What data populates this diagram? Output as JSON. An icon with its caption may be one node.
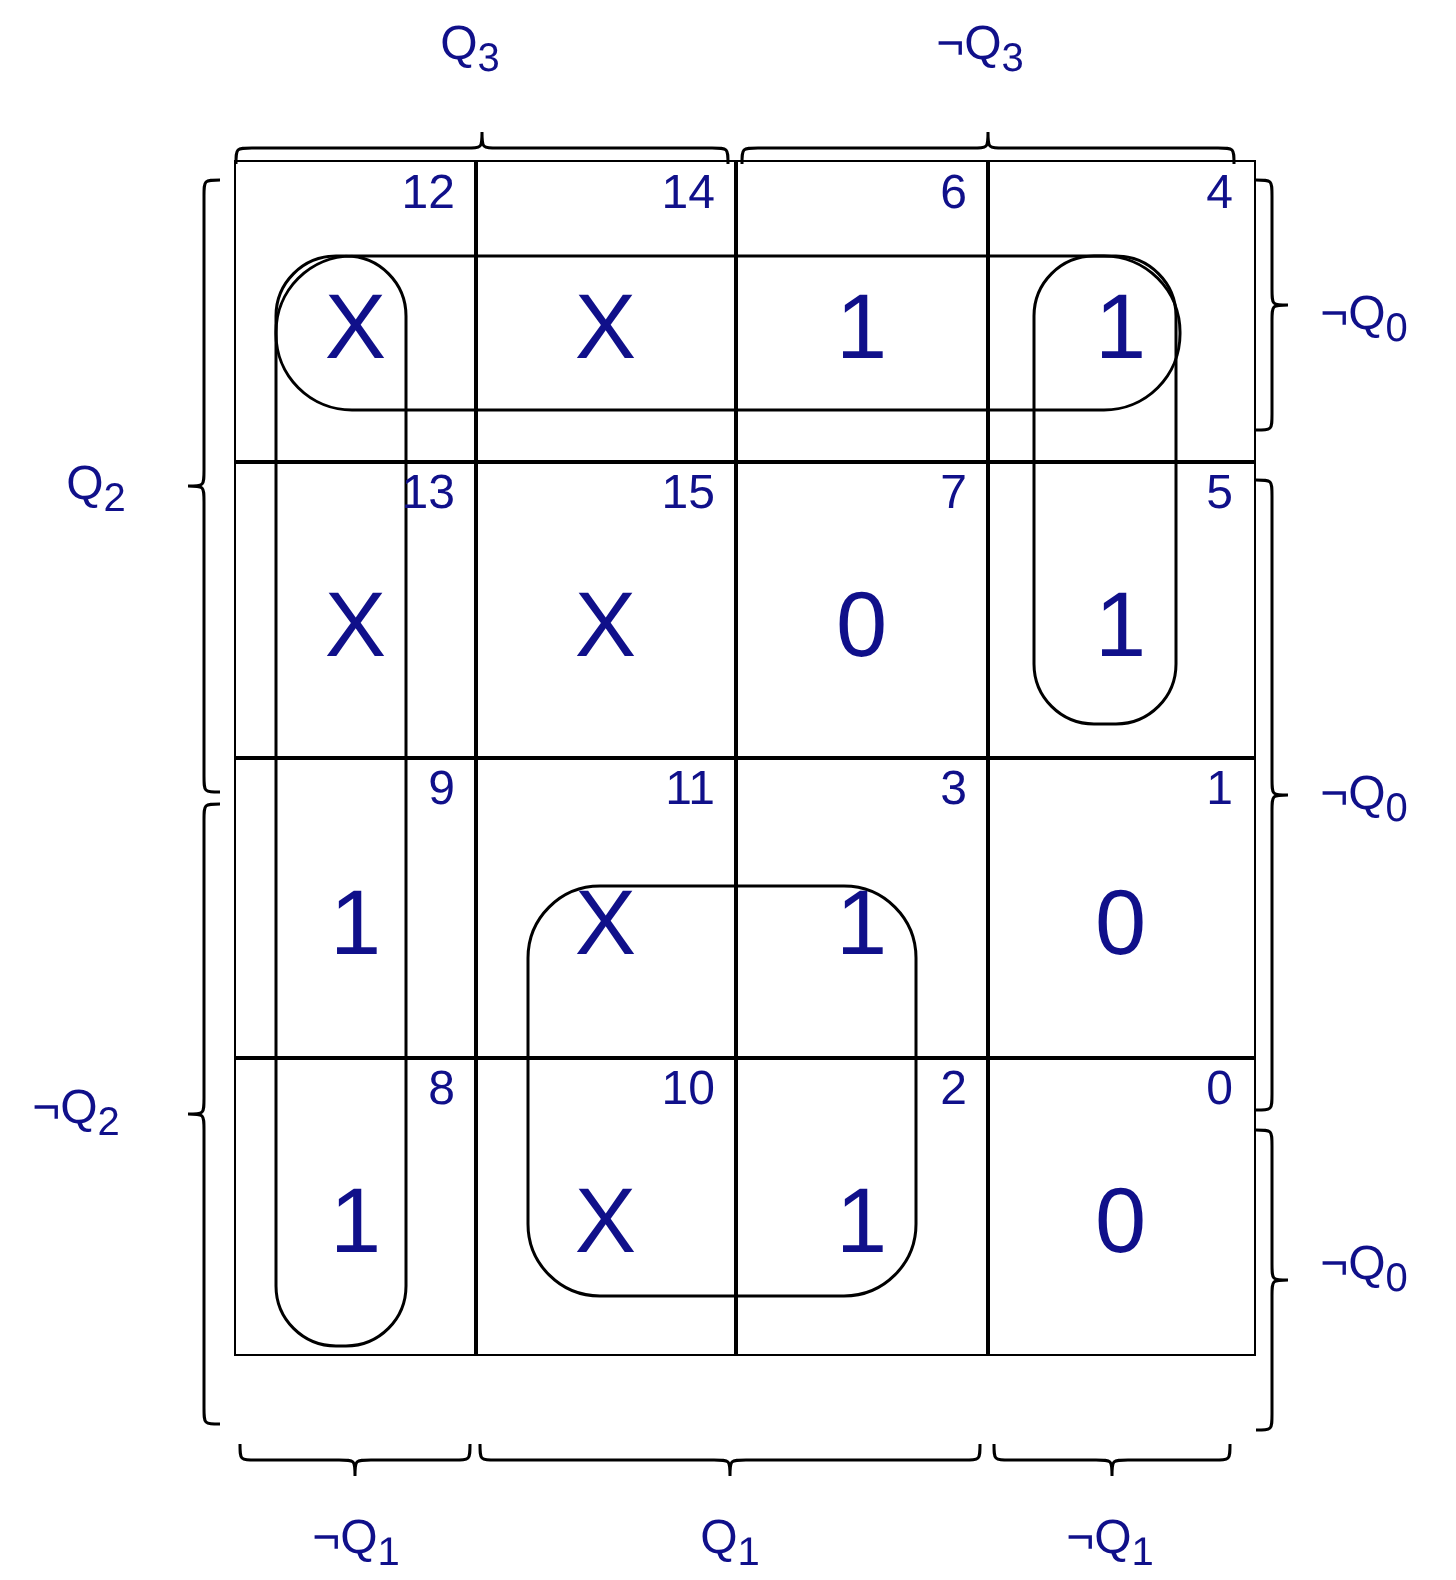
{
  "diagram": {
    "nodes": [
      {
        "text": [
          "12",
          "X"
        ]
      },
      {
        "text": [
          "14",
          "X"
        ]
      },
      {
        "text": [
          "6",
          "1"
        ]
      },
      {
        "text": [
          "4",
          "1"
        ]
      },
      {
        "text": [
          "13",
          "X"
        ]
      },
      {
        "text": [
          "15",
          "X"
        ]
      },
      {
        "text": [
          "7",
          "0"
        ]
      },
      {
        "text": [
          "5",
          "1"
        ]
      },
      {
        "text": [
          "9",
          "1"
        ]
      },
      {
        "text": [
          "11",
          "X"
        ]
      },
      {
        "text": [
          "3",
          "1"
        ]
      },
      {
        "text": [
          "1",
          "0"
        ]
      },
      {
        "text": [
          "8",
          "1"
        ]
      },
      {
        "text": [
          "10",
          "X"
        ]
      },
      {
        "text": [
          "2",
          "1"
        ]
      },
      {
        "text": [
          "0",
          "0"
        ]
      }
    ],
    "edges": [],
    "labels": [
      "Q$_{3}$",
      "¬Q$_{3}$",
      "¬Q$_{0}$",
      "Q$_{2}$",
      "¬Q$_{0}$",
      "¬Q$_{2}$",
      "¬Q$_{0}$",
      "¬Q$_{1}$",
      "Q$_{1}$",
      "¬Q$_{1}$"
    ]
  }
}
